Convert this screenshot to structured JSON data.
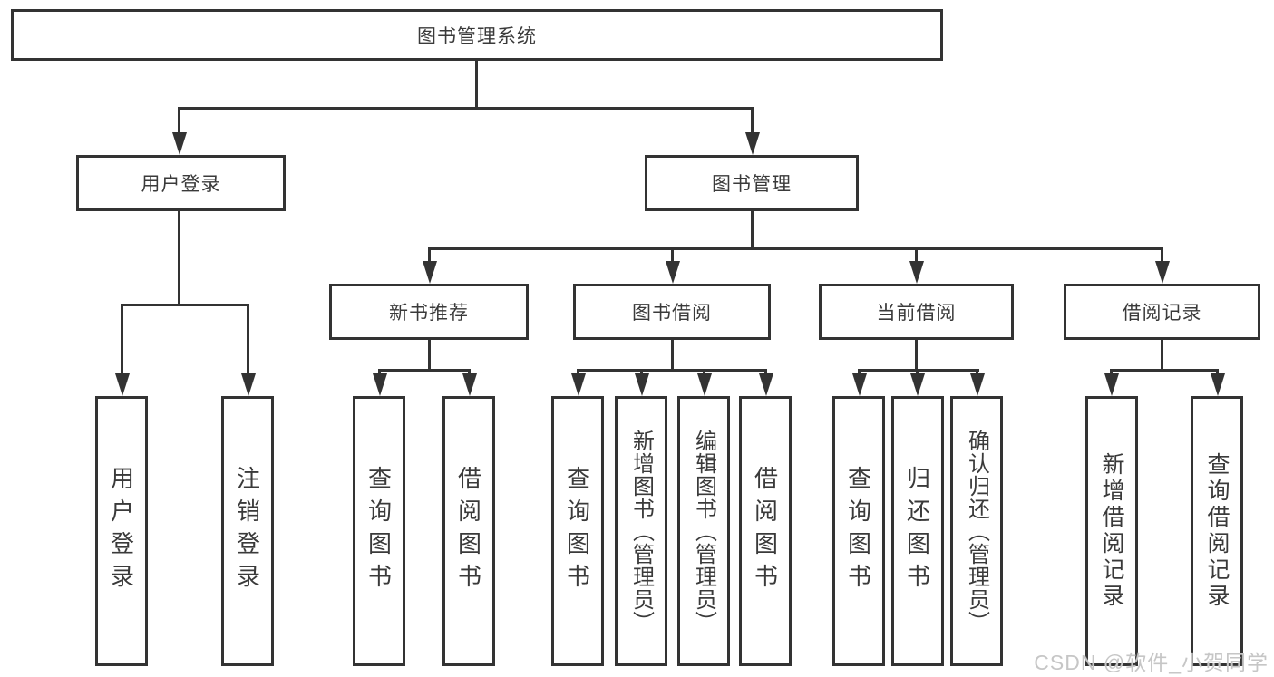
{
  "tree": {
    "root": "图书管理系统",
    "level2": [
      "用户登录",
      "图书管理"
    ],
    "level3": [
      "新书推荐",
      "图书借阅",
      "当前借阅",
      "借阅记录"
    ],
    "leaves": {
      "user_login": [
        "用户登录",
        "注销登录"
      ],
      "new_book_recommendation": [
        "查询图书",
        "借阅图书"
      ],
      "book_borrowing": [
        "查询图书",
        "新增图书（管理员）",
        "编辑图书（管理员）",
        "借阅图书"
      ],
      "current_borrowing": [
        "查询图书",
        "归还图书",
        "确认归还（管理员）"
      ],
      "borrowing_records": [
        "新增借阅记录",
        "查询借阅记录"
      ]
    }
  },
  "watermark": "CSDN @软件_小贺同学",
  "colors": {
    "line": "#333333",
    "text": "#3a3a3a",
    "watermark_text": "#c6c6c6",
    "background": "#ffffff"
  }
}
